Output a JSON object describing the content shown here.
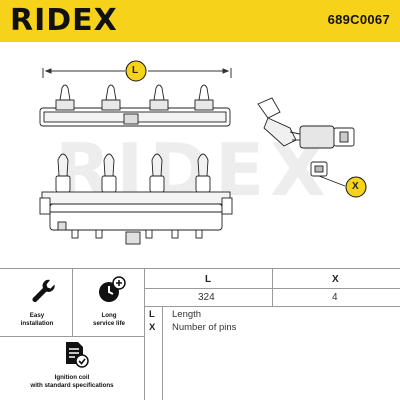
{
  "header": {
    "brand": "RIDEX",
    "part_number": "689C0067"
  },
  "drawing": {
    "dimension_label": "L",
    "connector_label": "X"
  },
  "features": [
    {
      "icon": "wrench-icon",
      "label_line1": "Easy",
      "label_line2": "installation"
    },
    {
      "icon": "clock-plus-icon",
      "label_line1": "Long",
      "label_line2": "service life"
    },
    {
      "icon": "document-check-icon",
      "label_line1": "Ignition coil",
      "label_line2": "with standard specifications"
    }
  ],
  "spec_table": {
    "columns": [
      "L",
      "X"
    ],
    "values": [
      "324",
      "4"
    ],
    "legend": [
      {
        "key": "L",
        "text": "Length"
      },
      {
        "key": "X",
        "text": "Number of pins"
      }
    ]
  },
  "colors": {
    "brand_yellow": "#f7d21a",
    "text_dark": "#1a1a1a"
  }
}
